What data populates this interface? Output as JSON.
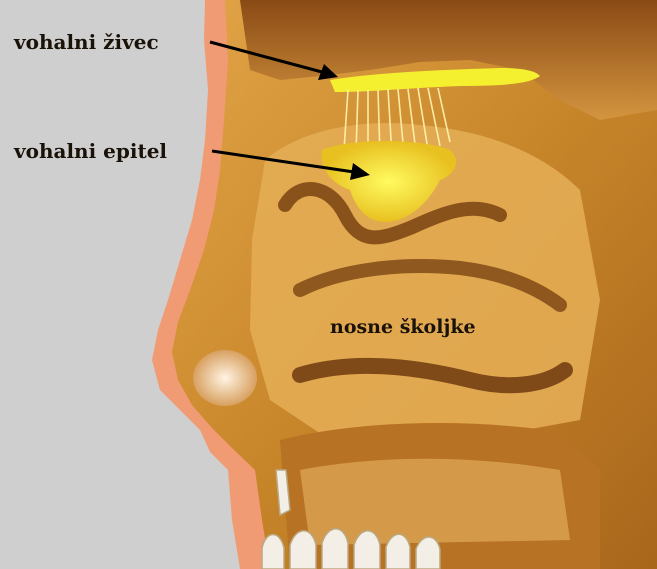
{
  "labels": {
    "olfactory_nerve": "vohalni živec",
    "olfactory_epithelium": "vohalni epitel",
    "nasal_conchae": "nosne školjke"
  },
  "colors": {
    "background": "#cfcfcf",
    "skin": "#f19b74",
    "tissue": "#c8862a",
    "tissue_light": "#e8b25a",
    "tissue_dark": "#7a4312",
    "nerve_yellow": "#f4f030",
    "teeth": "#f3efe6",
    "label_text": "#1a1208"
  }
}
